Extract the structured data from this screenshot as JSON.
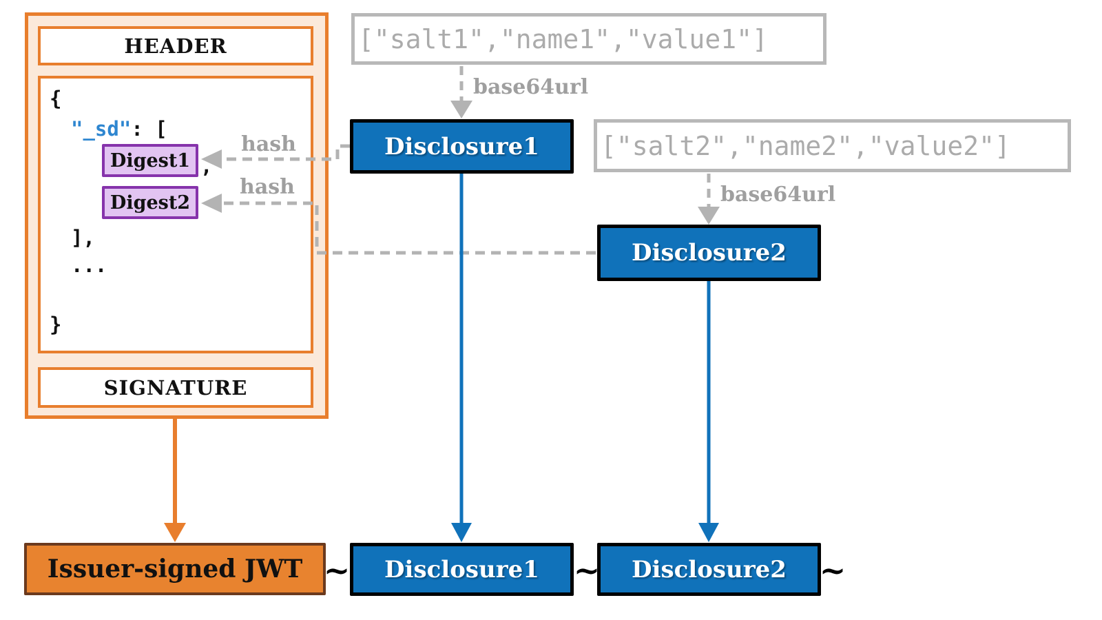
{
  "jwt_panel": {
    "header_label": "HEADER",
    "signature_label": "SIGNATURE",
    "payload": {
      "open_brace": "{",
      "sd_key": "\"_sd\"",
      "sd_tail": ": [",
      "digest1_label": "Digest1",
      "comma": ",",
      "digest2_label": "Digest2",
      "close_bracket": "],",
      "ellipsis": "...",
      "close_brace": "}"
    }
  },
  "disclosures": {
    "salt1_json": "[\"salt1\",\"name1\",\"value1\"]",
    "salt2_json": "[\"salt2\",\"name2\",\"value2\"]",
    "disclosure1_label": "Disclosure1",
    "disclosure2_label": "Disclosure2",
    "base64url_label": "base64url",
    "hash_label": "hash"
  },
  "output_row": {
    "issuer_jwt_label": "Issuer-signed JWT",
    "separator": "~",
    "disclosure1_label": "Disclosure1",
    "disclosure2_label": "Disclosure2"
  },
  "colors": {
    "orange": "#e87e2d",
    "orange_fill": "#fbe9da",
    "issuer_fill": "#e8832f",
    "issuer_border": "#6b3a1e",
    "blue": "#1072ba",
    "purple_border": "#8633ab",
    "purple_fill": "#e2c4f2",
    "gray_border": "#b8b8b8",
    "gray_line": "#b3b3b3",
    "gray_text": "#9f9f9f",
    "gray_json": "#ababab",
    "sd_blue": "#2e86d0"
  }
}
